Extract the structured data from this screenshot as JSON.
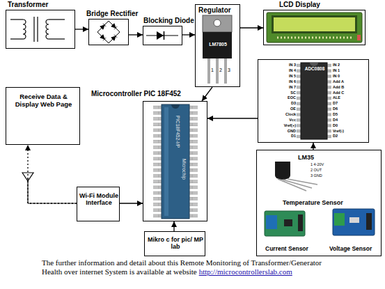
{
  "diagram": {
    "caption": "The further information and detail about this Remote Monitoring of Transformer/Generator Health over internet System is available at website",
    "nodes": [
      {
        "text": [
          "Transformer"
        ]
      },
      {
        "text": [
          "Bridge Rectifier"
        ]
      },
      {
        "text": [
          "Blocking Diode"
        ]
      },
      {
        "text": [
          "Regulator",
          "LM7805"
        ]
      },
      {
        "text": [
          "LCD Display"
        ]
      },
      {
        "text": [
          "Receive Data & Display Web Page"
        ]
      },
      {
        "text": [
          "Microcontroller PIC 18F452"
        ]
      },
      {
        "text": [
          "ADC0808"
        ]
      },
      {
        "text": [
          "Wi-Fi Module Interface"
        ]
      },
      {
        "text": [
          "Mikro c for pic/ MP lab"
        ]
      },
      {
        "text": [
          "Temperature Sensor",
          "Current Sensor",
          "Voltage Sensor"
        ]
      }
    ],
    "edges": [
      {
        "from": 0,
        "to": 1,
        "arrow": "to"
      },
      {
        "from": 1,
        "to": 2,
        "arrow": "to"
      },
      {
        "from": 2,
        "to": 3,
        "arrow": "to"
      },
      {
        "from": 3,
        "to": 4,
        "arrow": "to"
      },
      {
        "from": 3,
        "to": 6,
        "arrow": "to"
      },
      {
        "from": 7,
        "to": 6,
        "arrow": "to"
      },
      {
        "from": 10,
        "to": 7,
        "arrow": "to"
      },
      {
        "from": 8,
        "to": 6,
        "arrow": "to"
      },
      {
        "from": 9,
        "to": 6,
        "arrow": "to"
      },
      {
        "from": 8,
        "to": 5,
        "arrow": "to"
      }
    ],
    "labels": [
      "1",
      "2",
      "3",
      "PIC18F452-I/P",
      "Microchip",
      "LM35",
      "1 4-20V",
      "2 OUT",
      "3 GND",
      "IN 3",
      "IN 4",
      "IN 5",
      "IN 6",
      "IN 7",
      "SC",
      "EOC",
      "D3",
      "OE",
      "Clock",
      "Vcc",
      "Vref(+)",
      "GND",
      "D1",
      "IN 2",
      "IN 1",
      "IN 0",
      "Add A",
      "Add B",
      "Add C",
      "ALE",
      "D7",
      "D6",
      "D5",
      "D4",
      "D0",
      "Vref(-)",
      "D2",
      "http://microcontrollerslab.com"
    ]
  }
}
